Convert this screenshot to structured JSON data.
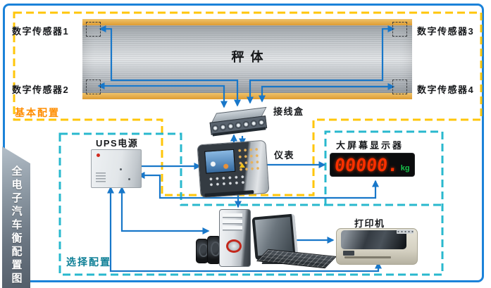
{
  "banner": {
    "title": "全电子汽车衡配置图"
  },
  "basic": {
    "label": "基本配置",
    "scale_label": "秤体",
    "sensors": [
      {
        "label": "数字传感器1"
      },
      {
        "label": "数字传感器2"
      },
      {
        "label": "数字传感器3"
      },
      {
        "label": "数字传感器4"
      }
    ],
    "junction_label": "接线盒",
    "indicator_label": "仪表"
  },
  "optional": {
    "label": "选择配置",
    "ups_label": "UPS电源",
    "display_label": "大屏幕显示器",
    "display_value": "00000.",
    "display_unit": "kg",
    "printer_label": "打印机"
  },
  "colors": {
    "wire_blue": "#1877c9",
    "basic_box_yellow": "#ffc60a",
    "optional_box_cyan": "#29b8ce",
    "scale_edge_orange": "#dd9c33",
    "display_digit_red": "#f93000",
    "display_unit_green": "#17c24a",
    "basic_label_orange": "#ff8d00",
    "optional_label_teal": "#0e7f96",
    "border_blue": "#1b82d9"
  }
}
